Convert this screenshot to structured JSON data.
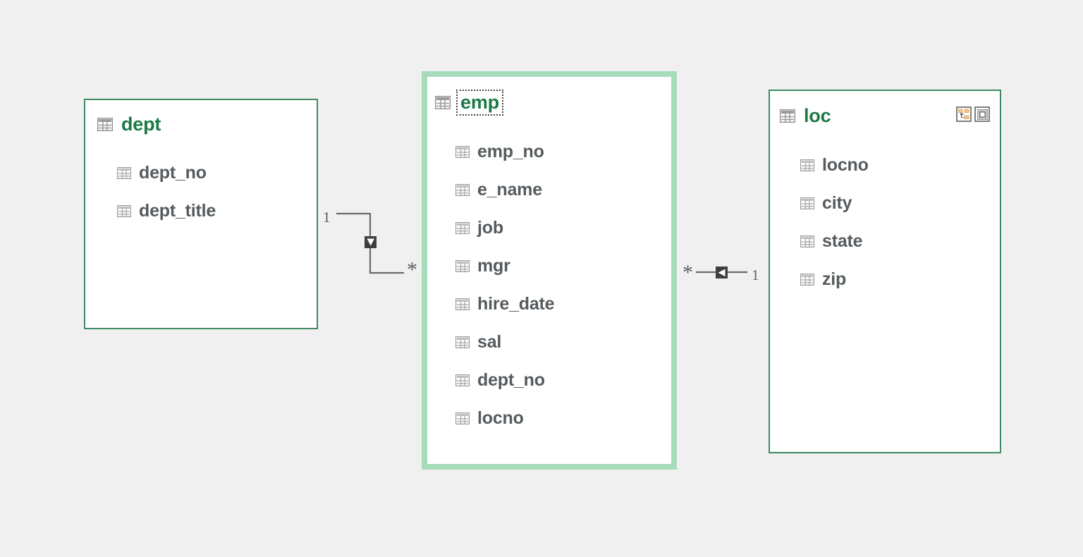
{
  "diagram": {
    "background_color": "#f0f0f0",
    "title_color": "#1c7a46",
    "field_color": "#555b5e",
    "border_color": "#3d8a63",
    "selection_color": "#a6dcb9"
  },
  "entities": [
    {
      "name": "dept",
      "selected": false,
      "table_icon": "table-icon",
      "fields": [
        {
          "name": "dept_no",
          "icon": "table-field-icon"
        },
        {
          "name": "dept_title",
          "icon": "table-field-icon"
        }
      ],
      "actions": []
    },
    {
      "name": "emp",
      "selected": true,
      "title_selected": true,
      "table_icon": "table-icon",
      "fields": [
        {
          "name": "emp_no",
          "icon": "table-field-icon"
        },
        {
          "name": "e_name",
          "icon": "table-field-icon"
        },
        {
          "name": "job",
          "icon": "table-field-icon"
        },
        {
          "name": "mgr",
          "icon": "table-field-icon"
        },
        {
          "name": "hire_date",
          "icon": "table-field-icon"
        },
        {
          "name": "sal",
          "icon": "table-field-icon"
        },
        {
          "name": "dept_no",
          "icon": "table-field-icon"
        },
        {
          "name": "locno",
          "icon": "table-field-icon"
        }
      ],
      "actions": []
    },
    {
      "name": "loc",
      "selected": false,
      "table_icon": "table-icon",
      "fields": [
        {
          "name": "locno",
          "icon": "table-field-icon"
        },
        {
          "name": "city",
          "icon": "table-field-icon"
        },
        {
          "name": "state",
          "icon": "table-field-icon"
        },
        {
          "name": "zip",
          "icon": "table-field-icon"
        }
      ],
      "actions": [
        {
          "icon": "hierarchy-icon",
          "tooltip": "Show related fields"
        },
        {
          "icon": "restore-window-icon",
          "tooltip": "Maximize"
        }
      ]
    }
  ],
  "relationships": [
    {
      "from": "dept",
      "to": "emp",
      "from_cardinality": "1",
      "to_cardinality": "*",
      "arrow_direction": "down",
      "style": "elbow"
    },
    {
      "from": "emp",
      "to": "loc",
      "from_cardinality": "*",
      "to_cardinality": "1",
      "arrow_direction": "left",
      "style": "straight"
    }
  ]
}
